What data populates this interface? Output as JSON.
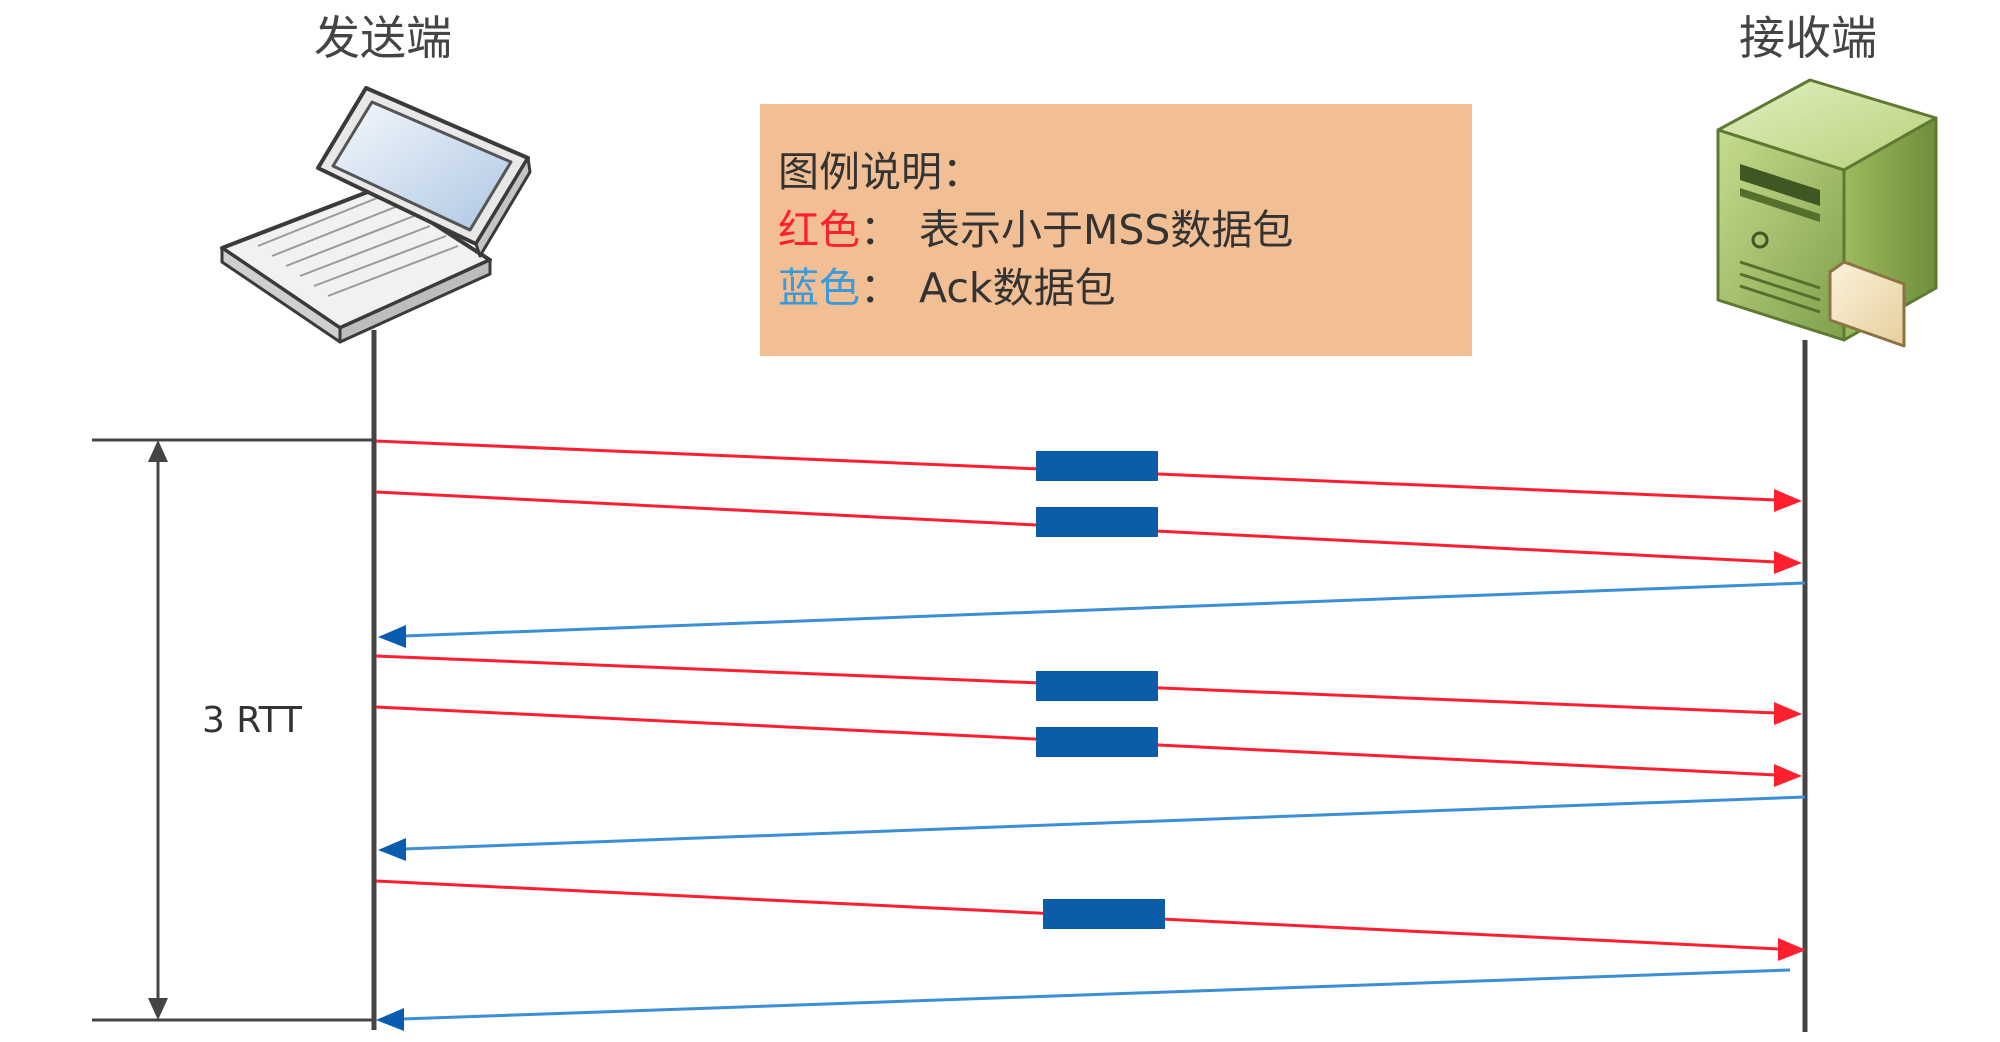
{
  "endpoints": {
    "sender_label": "发送端",
    "receiver_label": "接收端",
    "sender_icon": "laptop-icon",
    "receiver_icon": "server-icon"
  },
  "legend": {
    "title": "图例说明：",
    "red_term": "红色",
    "red_separator": "：",
    "red_desc": "表示小于MSS数据包",
    "blue_term": "蓝色",
    "blue_separator": "：",
    "blue_desc": "Ack数据包",
    "background_color": "#f2bf95"
  },
  "timing": {
    "label": "3 RTT"
  },
  "colors": {
    "data_packet_line": "#ff1f2e",
    "ack_line": "#3a8fd6",
    "arrowhead_ack": "#0a5cb0",
    "packet_box": "#0b5ca9",
    "lifeline": "#444444"
  }
}
